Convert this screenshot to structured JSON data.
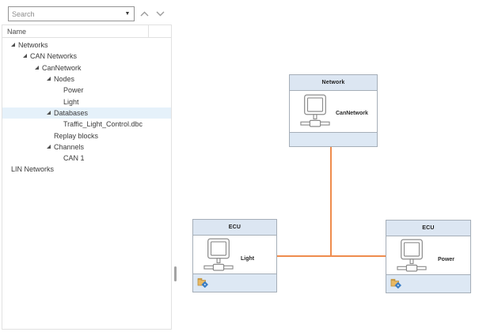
{
  "search": {
    "placeholder": "Search",
    "value": ""
  },
  "tree_header": {
    "name_column": "Name"
  },
  "tree": {
    "items": [
      {
        "label": "Networks",
        "indent": 11,
        "expander": true,
        "expanded": true,
        "selected": false
      },
      {
        "label": "CAN Networks",
        "indent": 26,
        "expander": true,
        "expanded": true,
        "selected": false
      },
      {
        "label": "CanNetwork",
        "indent": 41,
        "expander": true,
        "expanded": true,
        "selected": false
      },
      {
        "label": "Nodes",
        "indent": 56,
        "expander": true,
        "expanded": true,
        "selected": false
      },
      {
        "label": "Power",
        "indent": 77,
        "expander": false,
        "expanded": null,
        "selected": false
      },
      {
        "label": "Light",
        "indent": 77,
        "expander": false,
        "expanded": null,
        "selected": false
      },
      {
        "label": "Databases",
        "indent": 56,
        "expander": true,
        "expanded": true,
        "selected": true
      },
      {
        "label": "Traffic_Light_Control.dbc",
        "indent": 77,
        "expander": false,
        "expanded": null,
        "selected": false
      },
      {
        "label": "Replay blocks",
        "indent": 65,
        "expander": false,
        "expanded": null,
        "selected": false
      },
      {
        "label": "Channels",
        "indent": 56,
        "expander": true,
        "expanded": true,
        "selected": false
      },
      {
        "label": "CAN 1",
        "indent": 77,
        "expander": false,
        "expanded": null,
        "selected": false
      },
      {
        "label": "LIN Networks",
        "indent": 11,
        "expander": false,
        "expanded": null,
        "selected": false
      }
    ]
  },
  "diagram": {
    "network_node": {
      "title": "Network",
      "label": "CanNetwork"
    },
    "ecu_left": {
      "title": "ECU",
      "label": "Light"
    },
    "ecu_right": {
      "title": "ECU",
      "label": "Power"
    },
    "connections": [
      {
        "from": "CanNetwork",
        "to": "bus"
      },
      {
        "from": "Light",
        "to": "Power",
        "via": "bus"
      }
    ]
  },
  "colors": {
    "bus_orange": "#EF8C4D",
    "selection_blue": "#E5F1FA",
    "node_header_blue": "#DCE6F2",
    "node_border": "#A5AEB8"
  }
}
